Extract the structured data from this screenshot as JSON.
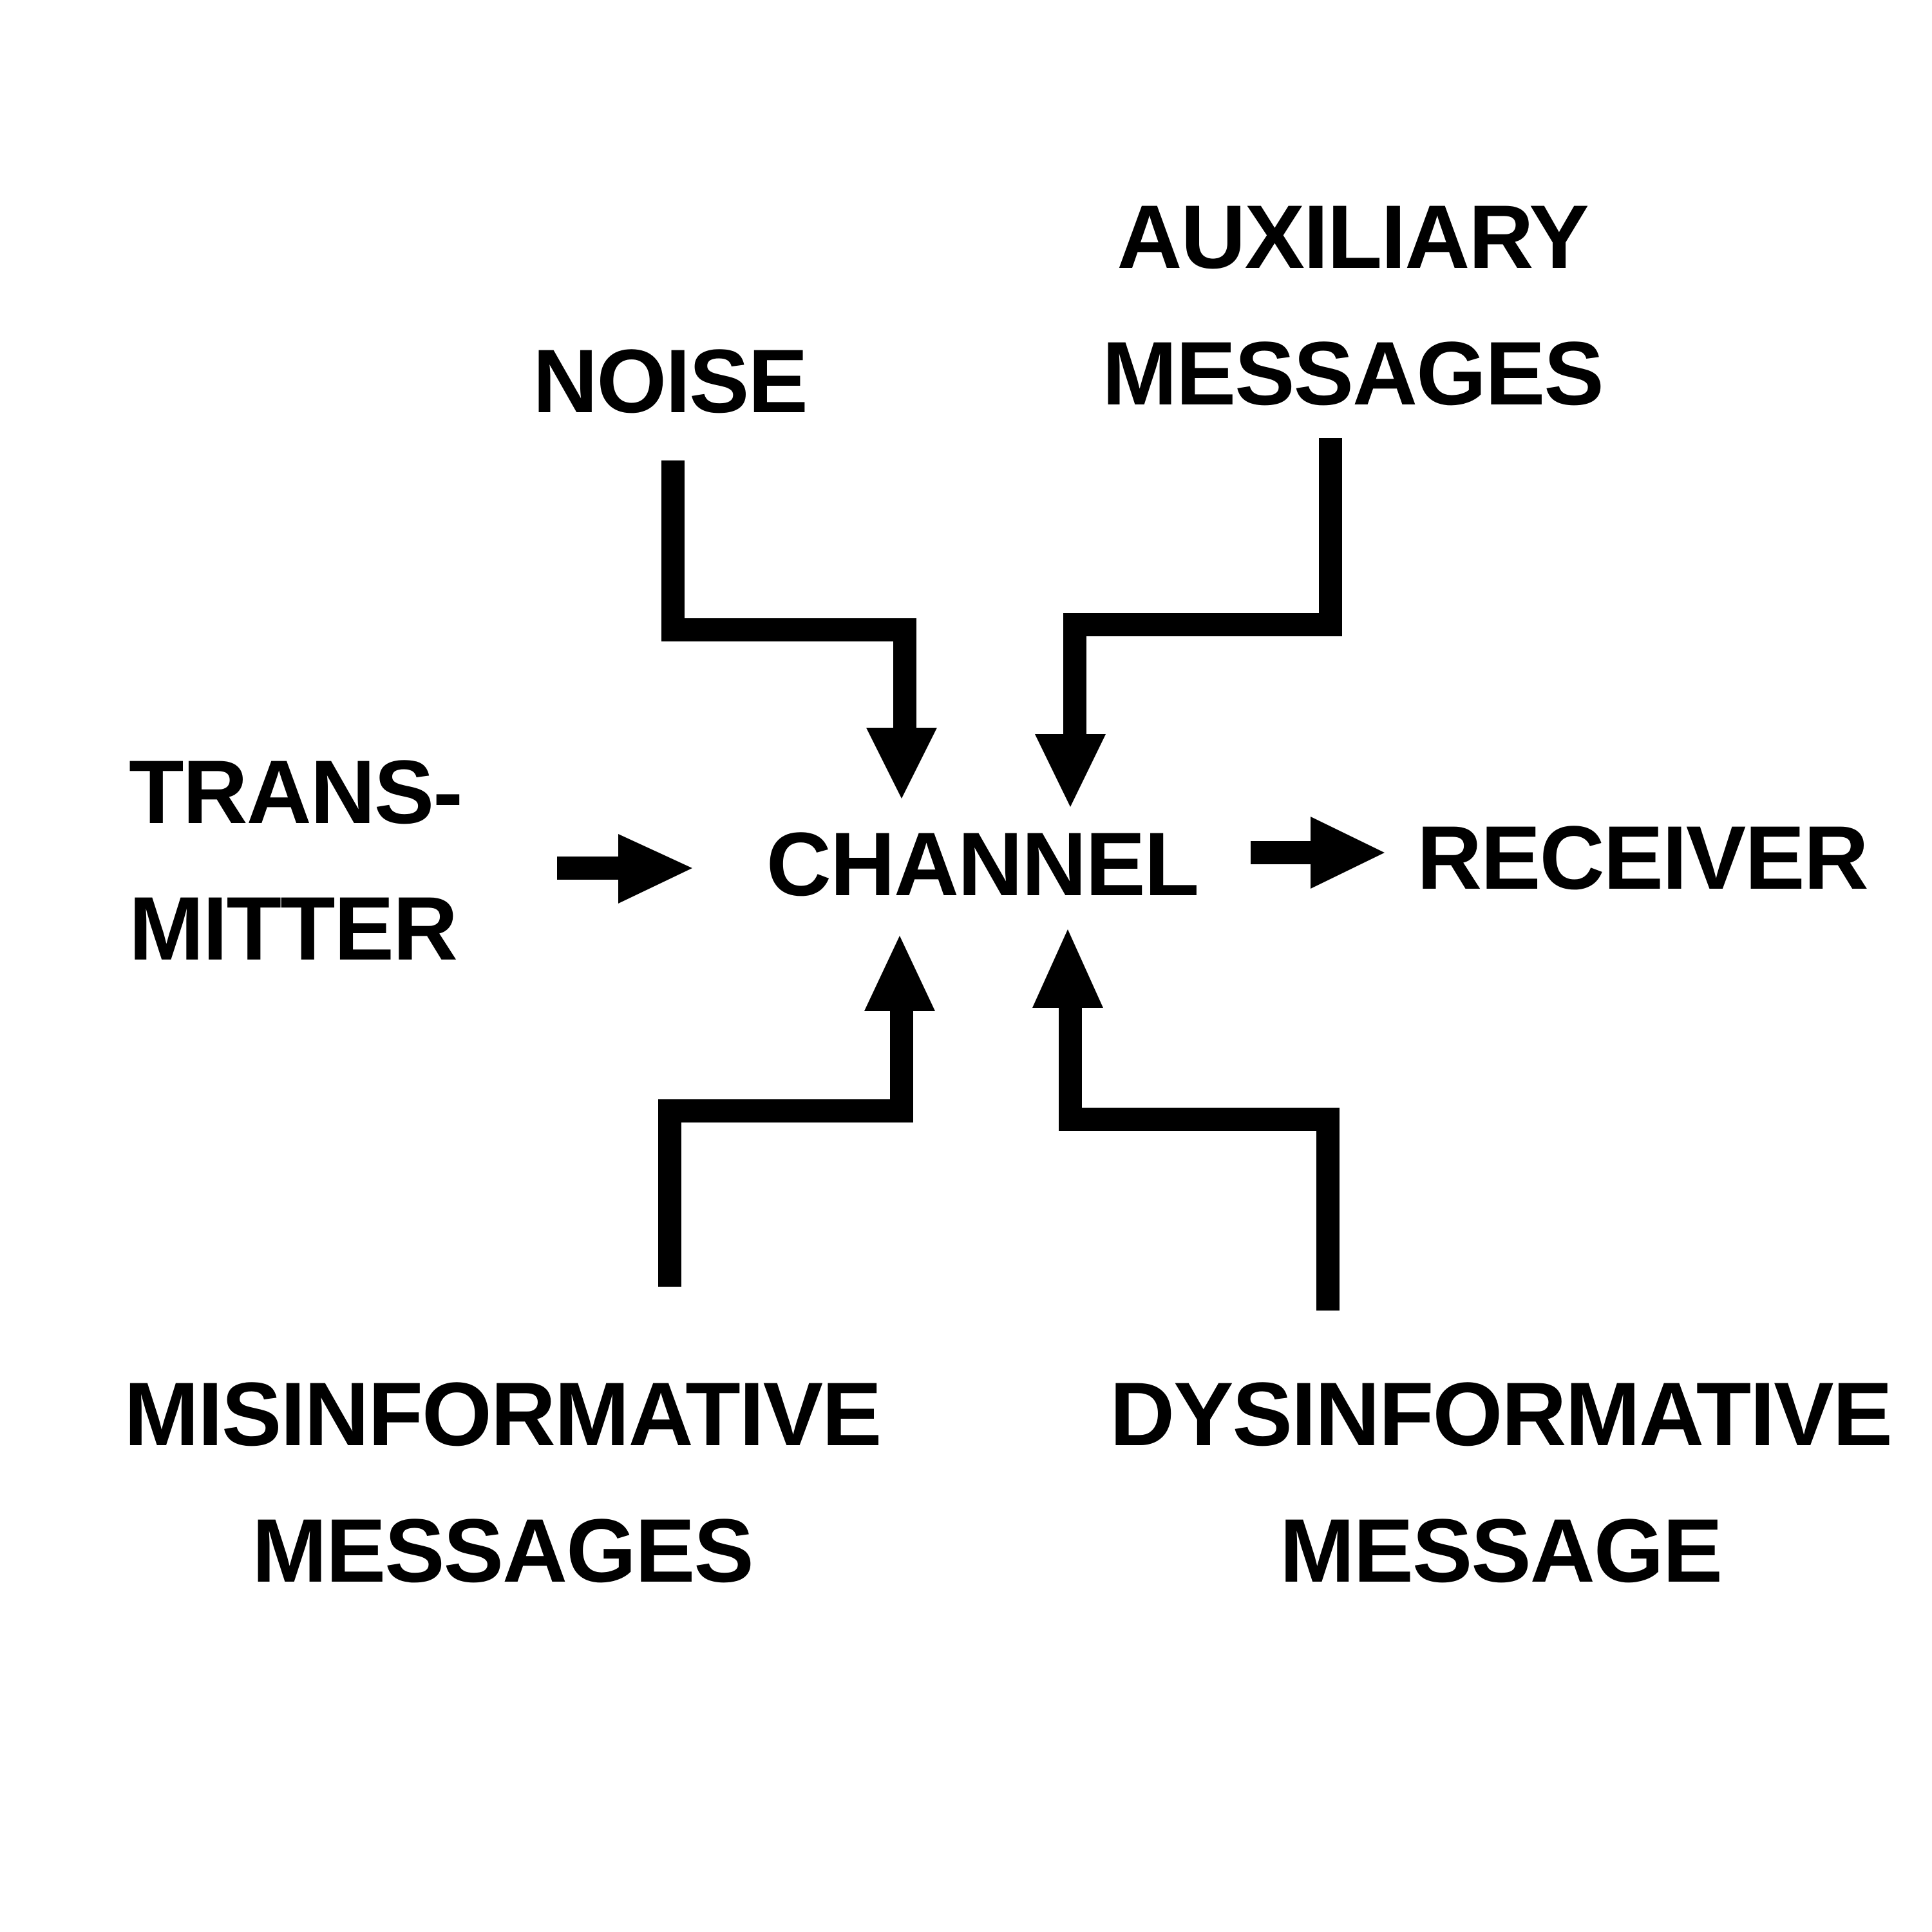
{
  "diagram": {
    "noise": [
      "NOISE"
    ],
    "auxiliary_messages": [
      "AUXILIARY",
      "MESSAGES"
    ],
    "transmitter": [
      "TRANS-",
      "MITTER"
    ],
    "channel": [
      "CHANNEL"
    ],
    "receiver": [
      "RECEIVER"
    ],
    "misinformative_messages": [
      "MISINFORMATIVE",
      "MESSAGES"
    ],
    "dysinformative_message": [
      "DYSINFORMATIVE",
      "MESSAGE"
    ]
  },
  "colors": {
    "ink": "#000000",
    "background": "#ffffff"
  }
}
